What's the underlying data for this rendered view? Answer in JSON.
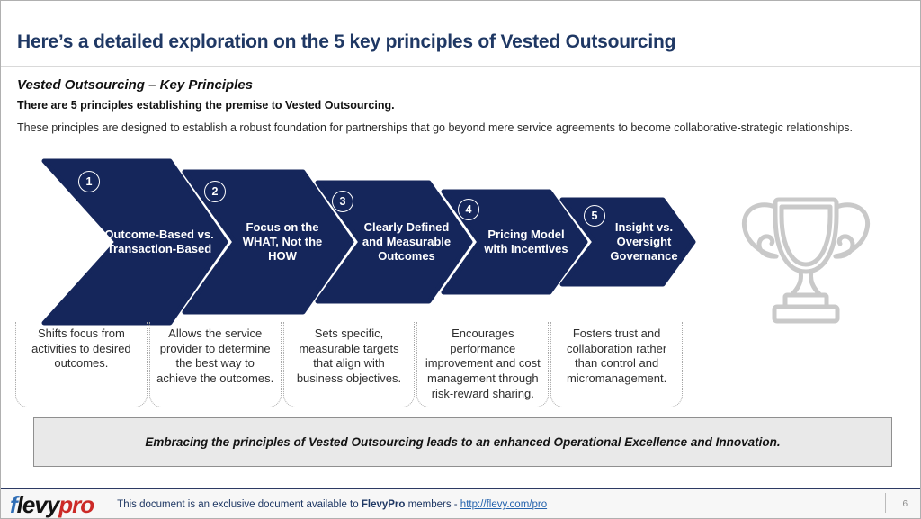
{
  "header": {
    "title": "Here’s a detailed exploration on the 5 key principles of Vested Outsourcing"
  },
  "content": {
    "subtitle": "Vested Outsourcing – Key Principles",
    "statement": "There are 5 principles establishing the premise to Vested Outsourcing.",
    "intro": "These principles are designed to establish a robust foundation for partnerships that go beyond mere service agreements to become collaborative-strategic relationships."
  },
  "principles": [
    {
      "number": "1",
      "label": "Outcome-Based vs. Transaction-Based",
      "description": "Shifts focus from activities to desired outcomes."
    },
    {
      "number": "2",
      "label": "Focus on the WHAT, Not the HOW",
      "description": "Allows the service provider to determine the best way to achieve the outcomes."
    },
    {
      "number": "3",
      "label": "Clearly Defined and Measurable Outcomes",
      "description": "Sets specific, measurable targets that align with business objectives."
    },
    {
      "number": "4",
      "label": "Pricing Model with Incentives",
      "description": "Encourages performance improvement and cost management through risk-reward sharing."
    },
    {
      "number": "5",
      "label": "Insight vs. Oversight Governance",
      "description": "Fosters trust and collaboration rather than control and micromanagement."
    }
  ],
  "banner": {
    "text": "Embracing the principles of Vested Outsourcing leads to an enhanced Operational Excellence and Innovation."
  },
  "footer": {
    "logo_f": "f",
    "logo_levy": "levy",
    "logo_pro": "pro",
    "text_prefix": "This document is an exclusive document available to",
    "brand": "FlevyPro",
    "text_suffix": "members -",
    "link_text": "http://flevy.com/pro",
    "page_number": "6"
  },
  "icons": {
    "trophy": "trophy-icon"
  },
  "colors": {
    "chevron_navy": "#15265B",
    "title_navy": "#1F3864",
    "banner_gray": "#e9e9e9",
    "logo_blue": "#2f6db5",
    "logo_red": "#cc2a27",
    "link_blue": "#2563ad",
    "trophy_gray": "#c9c9c9"
  }
}
